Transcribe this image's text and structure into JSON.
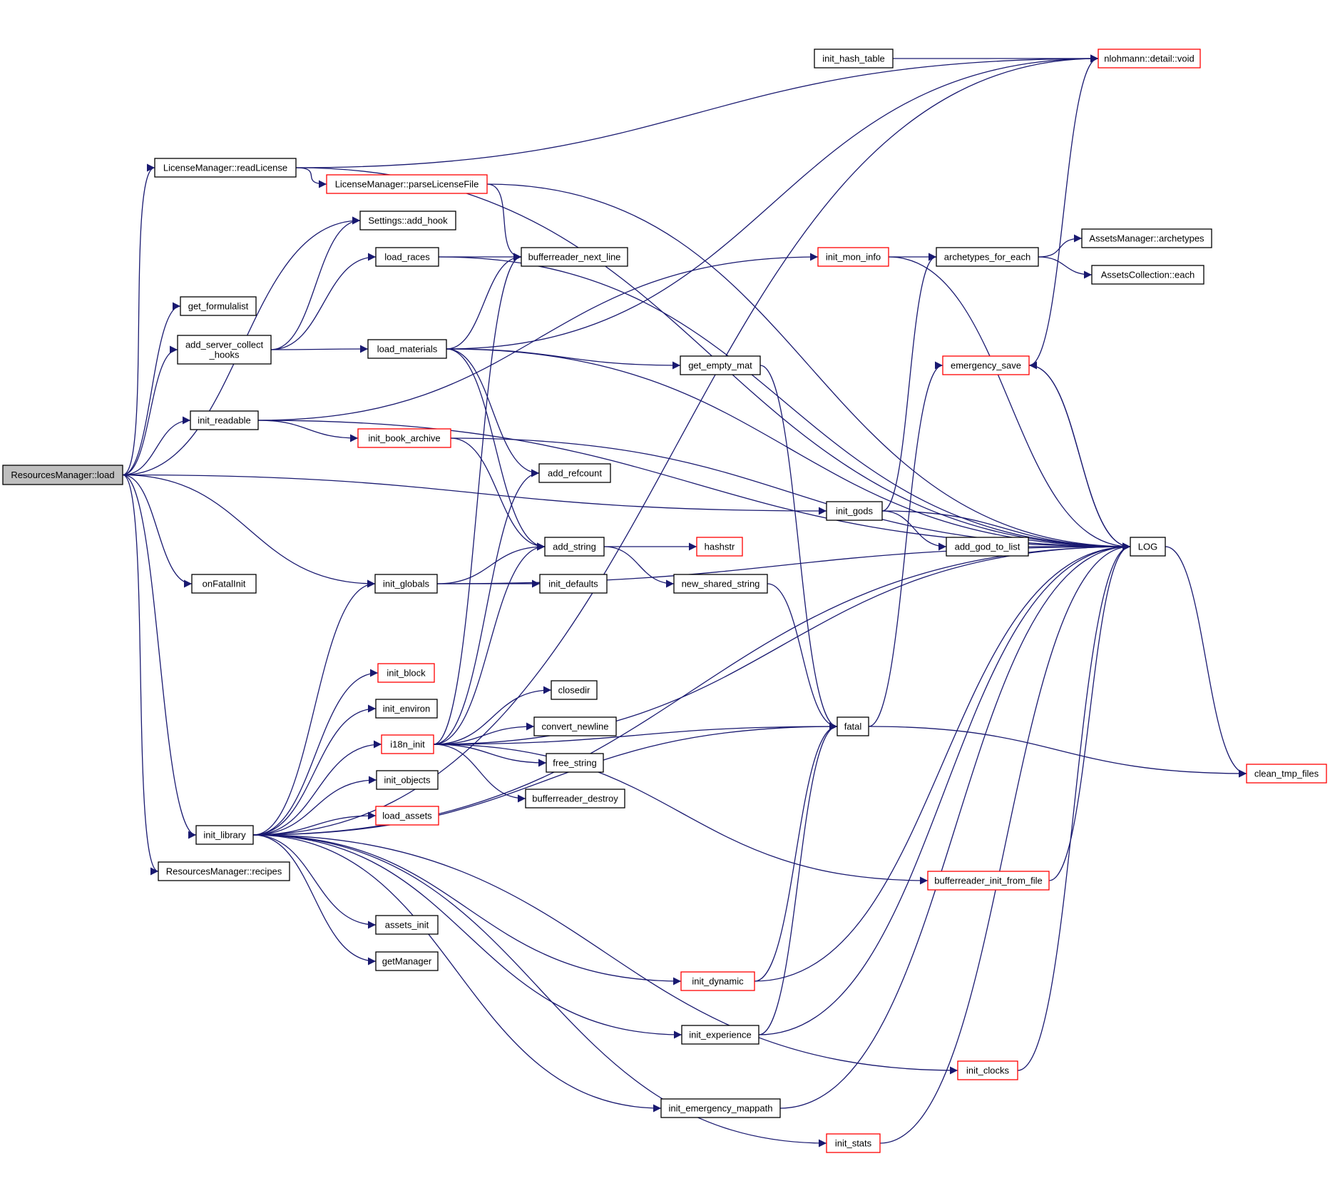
{
  "colors": {
    "edge": "#191970",
    "root_fill": "#bfbfbf",
    "node_fill": "#ffffff",
    "node_border": "#000000",
    "truncated_border": "#ff0000"
  },
  "nodes": [
    {
      "id": "resources_manager_load",
      "label": "ResourcesManager::load",
      "style": "root"
    },
    {
      "id": "license_read",
      "label": "LicenseManager::readLicense",
      "style": "normal"
    },
    {
      "id": "init_hash_table",
      "label": "init_hash_table",
      "style": "normal"
    },
    {
      "id": "nlohmann_void",
      "label": "nlohmann::detail::void",
      "style": "truncated"
    },
    {
      "id": "license_parse",
      "label": "LicenseManager::parseLicenseFile",
      "style": "truncated"
    },
    {
      "id": "settings_add_hook",
      "label": "Settings::add_hook",
      "style": "normal"
    },
    {
      "id": "load_races",
      "label": "load_races",
      "style": "normal"
    },
    {
      "id": "bufferreader_next_line",
      "label": "bufferreader_next_line",
      "style": "normal"
    },
    {
      "id": "init_mon_info",
      "label": "init_mon_info",
      "style": "truncated"
    },
    {
      "id": "archetypes_for_each",
      "label": "archetypes_for_each",
      "style": "normal"
    },
    {
      "id": "assets_archetypes",
      "label": "AssetsManager::archetypes",
      "style": "normal"
    },
    {
      "id": "assets_each",
      "label": "AssetsCollection::each",
      "style": "normal"
    },
    {
      "id": "get_formulalist",
      "label": "get_formulalist",
      "style": "normal"
    },
    {
      "id": "add_server_collect_hooks",
      "label": "add_server_collect\n_hooks",
      "style": "normal"
    },
    {
      "id": "load_materials",
      "label": "load_materials",
      "style": "normal"
    },
    {
      "id": "get_empty_mat",
      "label": "get_empty_mat",
      "style": "normal"
    },
    {
      "id": "emergency_save",
      "label": "emergency_save",
      "style": "truncated"
    },
    {
      "id": "init_readable",
      "label": "init_readable",
      "style": "normal"
    },
    {
      "id": "init_book_archive",
      "label": "init_book_archive",
      "style": "truncated"
    },
    {
      "id": "add_refcount",
      "label": "add_refcount",
      "style": "normal"
    },
    {
      "id": "init_gods",
      "label": "init_gods",
      "style": "normal"
    },
    {
      "id": "add_string",
      "label": "add_string",
      "style": "normal"
    },
    {
      "id": "hashstr",
      "label": "hashstr",
      "style": "truncated"
    },
    {
      "id": "add_god_to_list",
      "label": "add_god_to_list",
      "style": "normal"
    },
    {
      "id": "log",
      "label": "LOG",
      "style": "normal"
    },
    {
      "id": "on_fatal_init",
      "label": "onFatalInit",
      "style": "normal"
    },
    {
      "id": "init_globals",
      "label": "init_globals",
      "style": "normal"
    },
    {
      "id": "init_defaults",
      "label": "init_defaults",
      "style": "normal"
    },
    {
      "id": "new_shared_string",
      "label": "new_shared_string",
      "style": "normal"
    },
    {
      "id": "init_block",
      "label": "init_block",
      "style": "truncated"
    },
    {
      "id": "closedir",
      "label": "closedir",
      "style": "normal"
    },
    {
      "id": "init_environ",
      "label": "init_environ",
      "style": "normal"
    },
    {
      "id": "convert_newline",
      "label": "convert_newline",
      "style": "normal"
    },
    {
      "id": "fatal",
      "label": "fatal",
      "style": "normal"
    },
    {
      "id": "i18n_init",
      "label": "i18n_init",
      "style": "truncated"
    },
    {
      "id": "free_string",
      "label": "free_string",
      "style": "normal"
    },
    {
      "id": "clean_tmp_files",
      "label": "clean_tmp_files",
      "style": "truncated"
    },
    {
      "id": "init_objects",
      "label": "init_objects",
      "style": "normal"
    },
    {
      "id": "bufferreader_destroy",
      "label": "bufferreader_destroy",
      "style": "normal"
    },
    {
      "id": "load_assets",
      "label": "load_assets",
      "style": "truncated"
    },
    {
      "id": "init_library",
      "label": "init_library",
      "style": "normal"
    },
    {
      "id": "resources_manager_recipes",
      "label": "ResourcesManager::recipes",
      "style": "normal"
    },
    {
      "id": "bufferreader_init_from_file",
      "label": "bufferreader_init_from_file",
      "style": "truncated"
    },
    {
      "id": "assets_init",
      "label": "assets_init",
      "style": "normal"
    },
    {
      "id": "get_manager",
      "label": "getManager",
      "style": "normal"
    },
    {
      "id": "init_dynamic",
      "label": "init_dynamic",
      "style": "truncated"
    },
    {
      "id": "init_experience",
      "label": "init_experience",
      "style": "normal"
    },
    {
      "id": "init_clocks",
      "label": "init_clocks",
      "style": "truncated"
    },
    {
      "id": "init_emergency_mappath",
      "label": "init_emergency_mappath",
      "style": "normal"
    },
    {
      "id": "init_stats",
      "label": "init_stats",
      "style": "truncated"
    }
  ],
  "edges": [
    [
      "resources_manager_load",
      "license_read"
    ],
    [
      "resources_manager_load",
      "settings_add_hook"
    ],
    [
      "resources_manager_load",
      "get_formulalist"
    ],
    [
      "resources_manager_load",
      "add_server_collect_hooks"
    ],
    [
      "resources_manager_load",
      "init_readable"
    ],
    [
      "resources_manager_load",
      "init_gods"
    ],
    [
      "resources_manager_load",
      "init_globals"
    ],
    [
      "resources_manager_load",
      "on_fatal_init"
    ],
    [
      "resources_manager_load",
      "init_library"
    ],
    [
      "resources_manager_load",
      "resources_manager_recipes"
    ],
    [
      "license_read",
      "nlohmann_void"
    ],
    [
      "license_read",
      "license_parse"
    ],
    [
      "license_read",
      "log"
    ],
    [
      "init_hash_table",
      "nlohmann_void"
    ],
    [
      "license_parse",
      "bufferreader_next_line"
    ],
    [
      "license_parse",
      "log"
    ],
    [
      "add_server_collect_hooks",
      "settings_add_hook"
    ],
    [
      "add_server_collect_hooks",
      "load_races"
    ],
    [
      "add_server_collect_hooks",
      "load_materials"
    ],
    [
      "load_races",
      "bufferreader_next_line"
    ],
    [
      "load_races",
      "log"
    ],
    [
      "load_materials",
      "bufferreader_next_line"
    ],
    [
      "load_materials",
      "nlohmann_void"
    ],
    [
      "load_materials",
      "log"
    ],
    [
      "load_materials",
      "get_empty_mat"
    ],
    [
      "load_materials",
      "add_refcount"
    ],
    [
      "load_materials",
      "add_string"
    ],
    [
      "get_empty_mat",
      "fatal"
    ],
    [
      "init_readable",
      "init_mon_info"
    ],
    [
      "init_readable",
      "log"
    ],
    [
      "init_readable",
      "init_book_archive"
    ],
    [
      "init_book_archive",
      "log"
    ],
    [
      "init_book_archive",
      "add_string"
    ],
    [
      "init_mon_info",
      "archetypes_for_each"
    ],
    [
      "init_mon_info",
      "log"
    ],
    [
      "archetypes_for_each",
      "assets_archetypes"
    ],
    [
      "archetypes_for_each",
      "assets_each"
    ],
    [
      "emergency_save",
      "nlohmann_void"
    ],
    [
      "emergency_save",
      "log"
    ],
    [
      "init_gods",
      "archetypes_for_each"
    ],
    [
      "init_gods",
      "log"
    ],
    [
      "init_gods",
      "add_god_to_list"
    ],
    [
      "add_god_to_list",
      "log"
    ],
    [
      "add_string",
      "hashstr"
    ],
    [
      "add_string",
      "new_shared_string"
    ],
    [
      "new_shared_string",
      "fatal"
    ],
    [
      "init_globals",
      "add_string"
    ],
    [
      "init_globals",
      "init_defaults"
    ],
    [
      "init_globals",
      "log"
    ],
    [
      "log",
      "emergency_save"
    ],
    [
      "log",
      "clean_tmp_files"
    ],
    [
      "fatal",
      "emergency_save"
    ],
    [
      "fatal",
      "clean_tmp_files"
    ],
    [
      "i18n_init",
      "bufferreader_next_line"
    ],
    [
      "i18n_init",
      "add_refcount"
    ],
    [
      "i18n_init",
      "add_string"
    ],
    [
      "i18n_init",
      "fatal"
    ],
    [
      "i18n_init",
      "closedir"
    ],
    [
      "i18n_init",
      "convert_newline"
    ],
    [
      "i18n_init",
      "free_string"
    ],
    [
      "i18n_init",
      "bufferreader_destroy"
    ],
    [
      "i18n_init",
      "log"
    ],
    [
      "i18n_init",
      "bufferreader_init_from_file"
    ],
    [
      "bufferreader_init_from_file",
      "log"
    ],
    [
      "init_library",
      "nlohmann_void"
    ],
    [
      "init_library",
      "init_globals"
    ],
    [
      "init_library",
      "init_block"
    ],
    [
      "init_library",
      "init_environ"
    ],
    [
      "init_library",
      "i18n_init"
    ],
    [
      "init_library",
      "init_objects"
    ],
    [
      "init_library",
      "load_assets"
    ],
    [
      "init_library",
      "fatal"
    ],
    [
      "init_library",
      "log"
    ],
    [
      "init_library",
      "assets_init"
    ],
    [
      "init_library",
      "get_manager"
    ],
    [
      "init_library",
      "init_dynamic"
    ],
    [
      "init_library",
      "init_experience"
    ],
    [
      "init_library",
      "init_clocks"
    ],
    [
      "init_library",
      "init_emergency_mappath"
    ],
    [
      "init_library",
      "init_stats"
    ],
    [
      "init_dynamic",
      "fatal"
    ],
    [
      "init_dynamic",
      "log"
    ],
    [
      "init_experience",
      "fatal"
    ],
    [
      "init_experience",
      "log"
    ],
    [
      "init_clocks",
      "log"
    ],
    [
      "init_emergency_mappath",
      "log"
    ],
    [
      "init_stats",
      "log"
    ]
  ]
}
